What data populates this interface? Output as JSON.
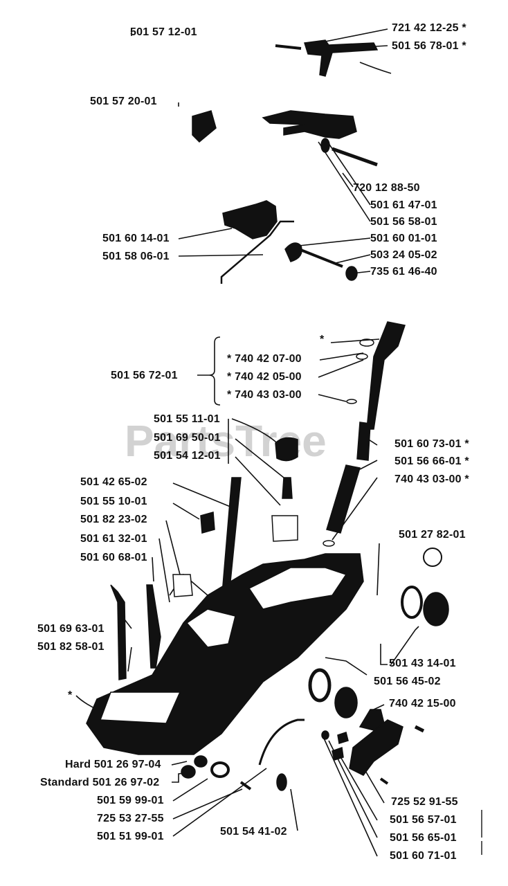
{
  "watermark": "PartsTree",
  "labels": [
    "501 57 12-01",
    "721 42 12-25 *",
    "501 56 78-01 *",
    "501 57 20-01",
    "720 12 88-50",
    "501 61 47-01",
    "501 56 58-01",
    "501 60 14-01",
    "501 60 01-01",
    "501 58 06-01",
    "503 24 05-02",
    "735 61 46-40",
    "*",
    "* 740 42 07-00",
    "501 56 72-01",
    "* 740 42 05-00",
    "* 740 43 03-00",
    "501 55 11-01",
    "501 69 50-01",
    "501 54 12-01",
    "501 60 73-01 *",
    "501 56 66-01 *",
    "740 43 03-00 *",
    "501 42 65-02",
    "501 55 10-01",
    "501 82 23-02",
    "501 27 82-01",
    "501 61 32-01",
    "501 60 68-01",
    "501 69 63-01",
    "501 82 58-01",
    "501 43 14-01",
    "501 56 45-02",
    "*",
    "740 42 15-00",
    "Hard 501 26 97-04",
    "Standard 501 26 97-02",
    "725 52 91-55",
    "501 59 99-01",
    "501 56 57-01",
    "725 53 27-55",
    "501 54 41-02",
    "501 56 65-01",
    "501 51 99-01",
    "501 60 71-01"
  ]
}
